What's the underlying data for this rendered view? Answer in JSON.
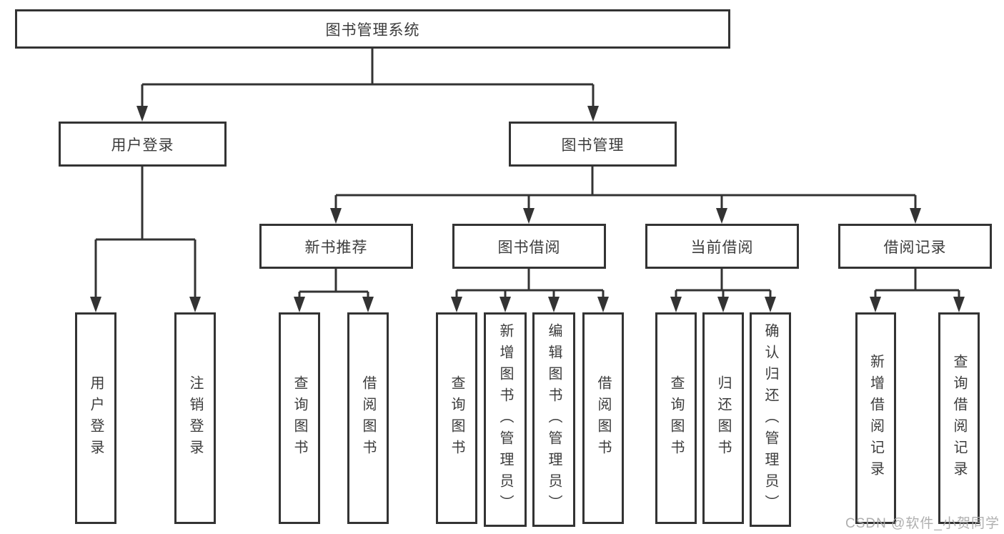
{
  "tree": {
    "root": {
      "label": "图书管理系统"
    },
    "level1": [
      {
        "label": "用户登录",
        "leaves": [
          {
            "label": "用户登录"
          },
          {
            "label": "注销登录"
          }
        ]
      },
      {
        "label": "图书管理"
      }
    ],
    "level2": [
      {
        "label": "新书推荐",
        "leaves": [
          {
            "label": "查询图书"
          },
          {
            "label": "借阅图书"
          }
        ]
      },
      {
        "label": "图书借阅",
        "leaves": [
          {
            "label": "查询图书"
          },
          {
            "label": "新增图书（管理员）"
          },
          {
            "label": "编辑图书（管理员）"
          },
          {
            "label": "借阅图书"
          }
        ]
      },
      {
        "label": "当前借阅",
        "leaves": [
          {
            "label": "查询图书"
          },
          {
            "label": "归还图书"
          },
          {
            "label": "确认归还（管理员）"
          }
        ]
      },
      {
        "label": "借阅记录",
        "leaves": [
          {
            "label": "新增借阅记录"
          },
          {
            "label": "查询借阅记录"
          }
        ]
      }
    ]
  },
  "colors": {
    "line": "#333333",
    "text": "#3c3c3c",
    "watermark": "#a9a9a9"
  },
  "watermark": {
    "text": "CSDN @软件_小贺同学"
  }
}
